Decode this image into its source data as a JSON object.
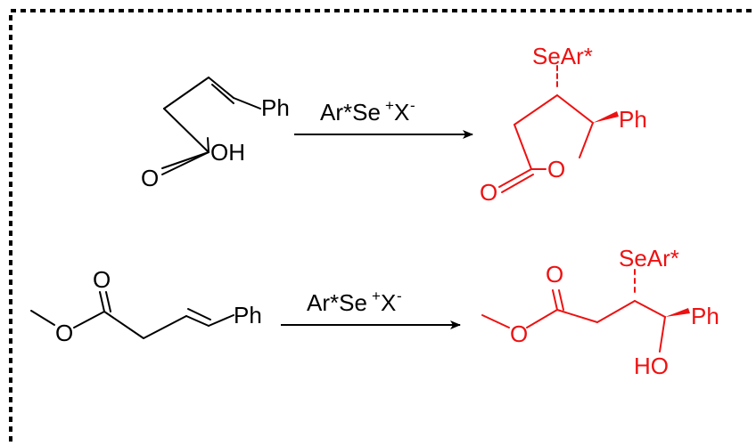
{
  "colors": {
    "reactant": "#000000",
    "product": "#ee1111",
    "frame": "#000000",
    "background": "#ffffff"
  },
  "reaction1": {
    "reactant": {
      "phenyl": "Ph",
      "oxygen": "O",
      "hydroxyl": "OH"
    },
    "reagent": {
      "base": "Ar*Se",
      "cation_sign": "+",
      "anion": "X",
      "anion_sign": "-"
    },
    "product": {
      "selenyl": "SeAr*",
      "phenyl": "Ph",
      "carbonyl_oxygen": "O",
      "ring_oxygen": "O"
    }
  },
  "reaction2": {
    "reactant": {
      "carbonyl_oxygen": "O",
      "ester_oxygen": "O",
      "phenyl": "Ph"
    },
    "reagent": {
      "base": "Ar*Se",
      "cation_sign": "+",
      "anion": "X",
      "anion_sign": "-"
    },
    "product": {
      "carbonyl_oxygen": "O",
      "ester_oxygen": "O",
      "selenyl": "SeAr*",
      "phenyl": "Ph",
      "hydroxyl": "HO"
    }
  }
}
